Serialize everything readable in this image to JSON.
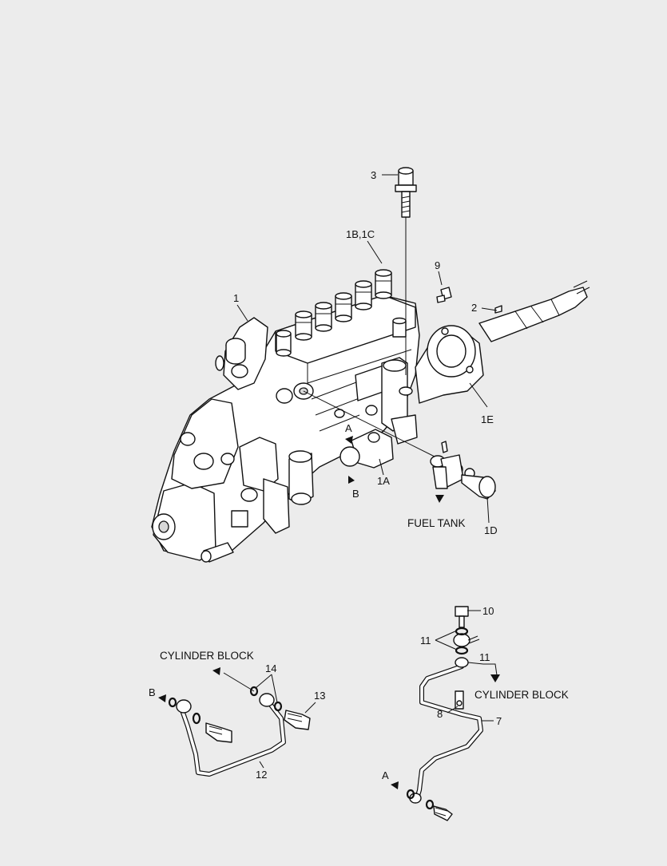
{
  "callouts": {
    "c3": "3",
    "c1b1c": "1B,1C",
    "c9": "9",
    "c1": "1",
    "c2": "2",
    "c1e": "1E",
    "cA_top": "A",
    "c1a": "1A",
    "cB_top": "B",
    "c1d": "1D",
    "c10": "10",
    "c11a": "11",
    "c11b": "11",
    "c14": "14",
    "c13": "13",
    "c8": "8",
    "c7": "7",
    "c12": "12",
    "cB_bottom": "B",
    "cA_bottom": "A"
  },
  "notes": {
    "fuel_tank": "FUEL TANK",
    "cylinder_block_left": "CYLINDER BLOCK",
    "cylinder_block_right": "CYLINDER BLOCK"
  }
}
